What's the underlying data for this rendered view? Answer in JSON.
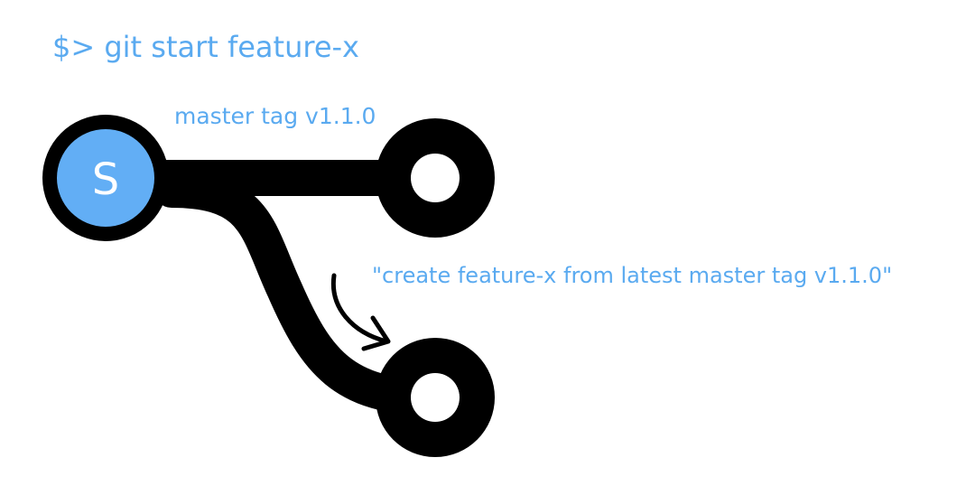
{
  "command": "$> git start feature-x",
  "master_label": "master tag v1.1.0",
  "annotation": "\"create feature-x from latest master tag v1.1.0\"",
  "start_node_letter": "S",
  "colors": {
    "accent": "#5aaaf0",
    "node_fill": "#62aef5",
    "line": "#000000",
    "background": "#ffffff"
  }
}
